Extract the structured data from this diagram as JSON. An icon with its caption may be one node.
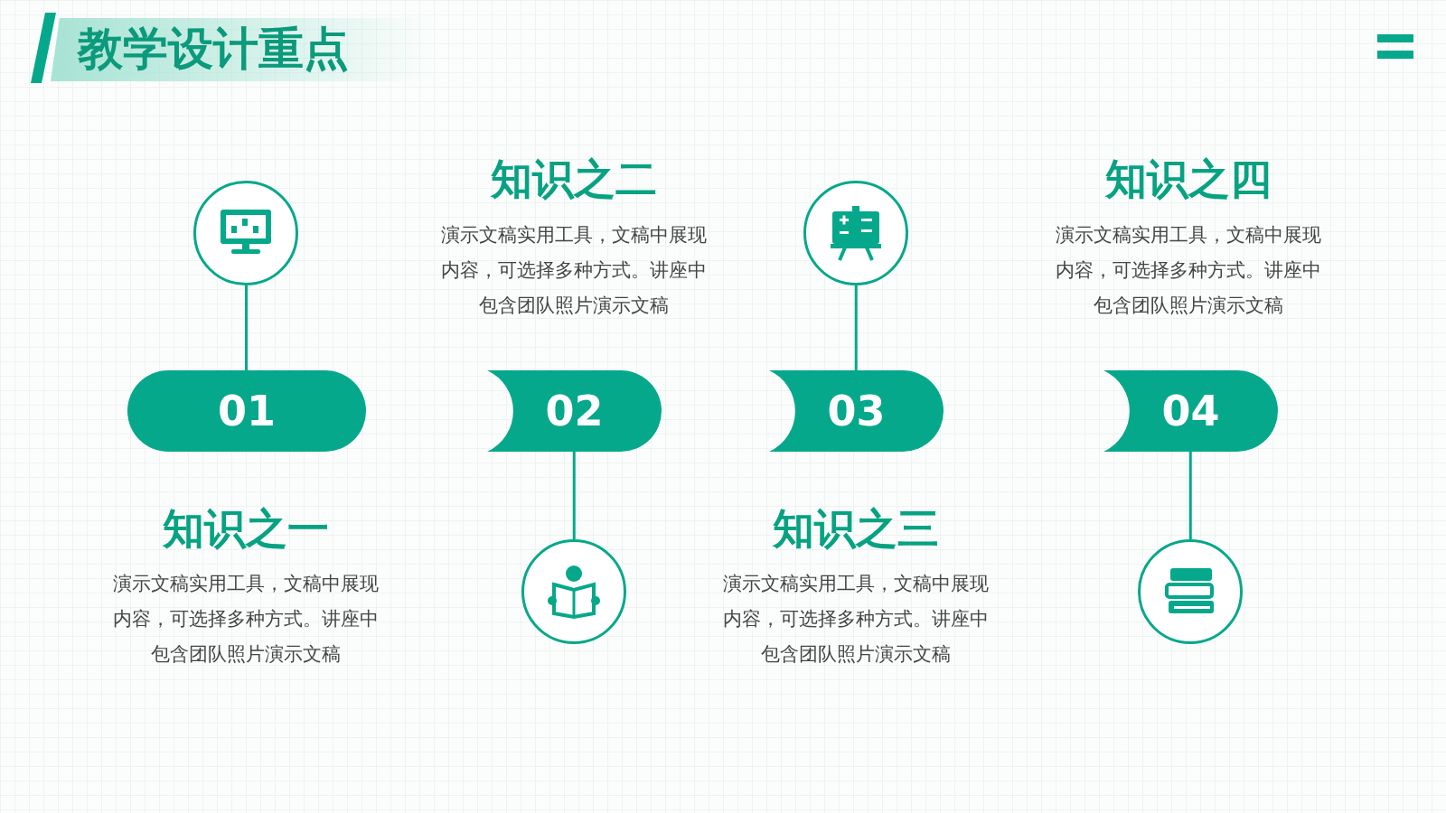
{
  "diagram": {
    "title": "教学设计重点",
    "nodes": [
      {
        "text": [],
        "shape": "circle"
      },
      {
        "text": [
          "01"
        ]
      },
      {
        "text": [
          "02"
        ]
      },
      {
        "text": [],
        "shape": "circle"
      },
      {
        "text": [],
        "shape": "circle"
      },
      {
        "text": [
          "03"
        ]
      },
      {
        "text": [
          "04"
        ]
      },
      {
        "text": [],
        "shape": "circle"
      }
    ],
    "edges": [
      {
        "from": 0,
        "to": 1,
        "arrow": "none"
      },
      {
        "from": 2,
        "to": 3,
        "arrow": "none"
      },
      {
        "from": 4,
        "to": 5,
        "arrow": "none"
      },
      {
        "from": 6,
        "to": 7,
        "arrow": "none"
      }
    ],
    "labels": [
      "知识之二",
      "演示文稿实用工具，文稿中展现内容，可选择多种方式。讲座中包含团队照片演示文稿",
      "知识之四",
      "演示文稿实用工具，文稿中展现内容，可选择多种方式。讲座中包含团队照片演示文稿",
      "知识之一",
      "演示文稿实用工具，文稿中展现内容，可选择多种方式。讲座中包含团队照片演示文稿",
      "知识之三",
      "演示文稿实用工具，文稿中展现内容，可选择多种方式。讲座中包含团队照片演示文稿"
    ]
  }
}
